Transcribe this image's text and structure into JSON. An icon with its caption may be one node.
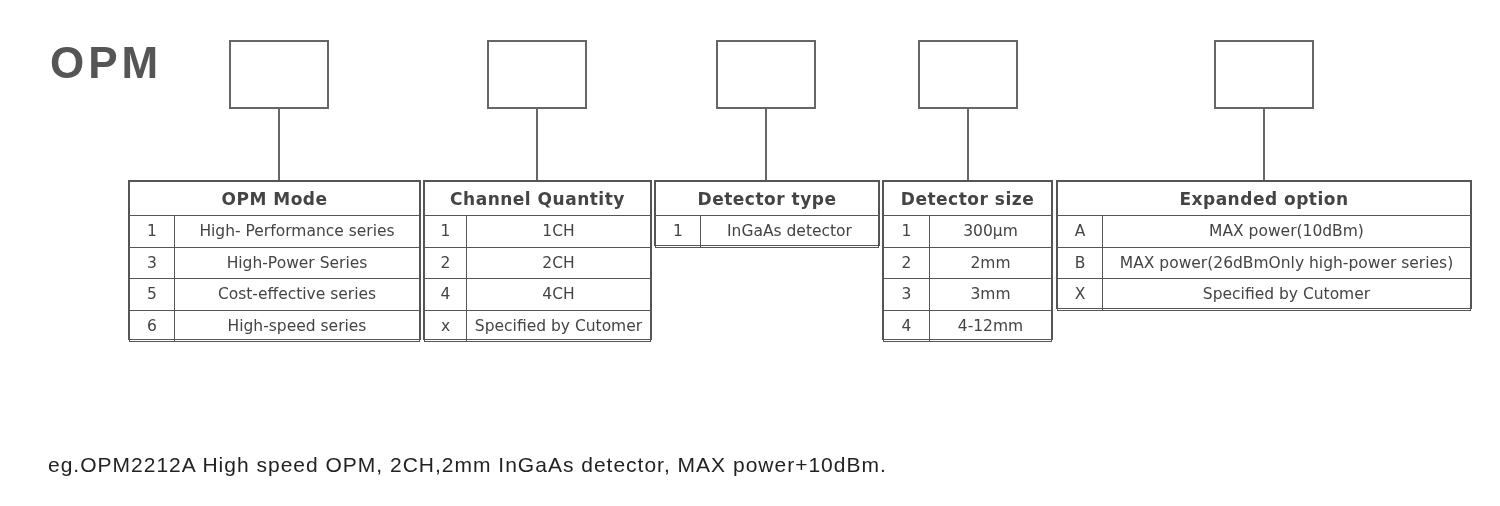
{
  "diagram": {
    "title": "OPM",
    "caption": "eg.OPM2212A High speed OPM, 2CH,2mm InGaAs detector, MAX power+10dBm.",
    "nodes": [
      {
        "text": [],
        "shape": "box"
      },
      {
        "text": [],
        "shape": "box"
      },
      {
        "text": [],
        "shape": "box"
      },
      {
        "text": [],
        "shape": "box"
      },
      {
        "text": [],
        "shape": "box"
      },
      {
        "text": [
          "OPM Mode",
          "1",
          "High- Performance series",
          "3",
          "High-Power Series",
          "5",
          "Cost-effective series",
          "6",
          "High-speed series"
        ]
      },
      {
        "text": [
          "Channel Quantity",
          "1",
          "1CH",
          "2",
          "2CH",
          "4",
          "4CH",
          "x",
          "Specified by Cutomer"
        ]
      },
      {
        "text": [
          "Detector type",
          "1",
          "InGaAs detector"
        ]
      },
      {
        "text": [
          "Detector size",
          "1",
          "300μm",
          "2",
          "2mm",
          "3",
          "3mm",
          "4",
          "4-12mm"
        ]
      },
      {
        "text": [
          "Expanded option",
          "A",
          "MAX power(10dBm)",
          "B",
          "MAX power(26dBmOnly high-power series)",
          "X",
          "Specified by Cutomer"
        ]
      }
    ],
    "edges": [
      {
        "from": 0,
        "to": 5,
        "arrow": "none"
      },
      {
        "from": 1,
        "to": 6,
        "arrow": "none"
      },
      {
        "from": 2,
        "to": 7,
        "arrow": "none"
      },
      {
        "from": 3,
        "to": 8,
        "arrow": "none"
      },
      {
        "from": 4,
        "to": 9,
        "arrow": "none"
      }
    ]
  }
}
